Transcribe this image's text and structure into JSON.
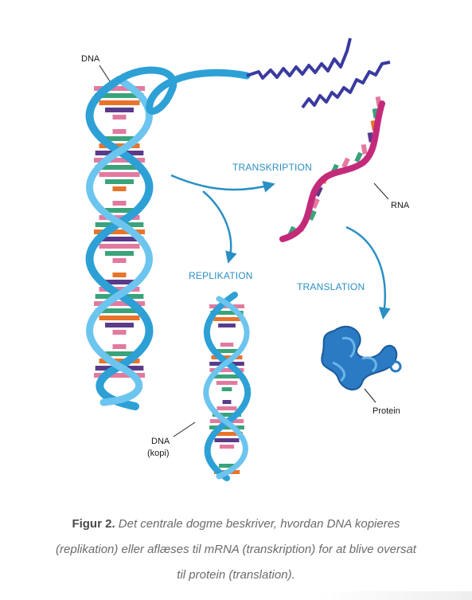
{
  "labels": {
    "dna": "DNA",
    "rna": "RNA",
    "protein": "Protein",
    "dna_copy_line1": "DNA",
    "dna_copy_line2": "(kopi)"
  },
  "processes": {
    "transcription": "TRANSKRIPTION",
    "replication": "REPLIKATION",
    "translation": "TRANSLATION"
  },
  "caption": {
    "label": "Figur 2.",
    "line1": " Det centrale dogme beskriver, hvordan DNA kopieres",
    "line2": "(replikation) eller aflæses til mRNA (transkription) for at blive oversat",
    "line3": "til protein (translation)."
  },
  "colors": {
    "helix_blue": "#2da0d6",
    "helix_light": "#6cc5ee",
    "arrow_blue": "#2a8fc4",
    "rna_magenta": "#c42a7a",
    "base_pink": "#e27aa0",
    "base_green": "#3aa37a",
    "base_orange": "#e8742a",
    "base_purple": "#5a3a8a",
    "unwound_strand": "#3a3aa0",
    "protein_blue": "#2a7ac4"
  }
}
